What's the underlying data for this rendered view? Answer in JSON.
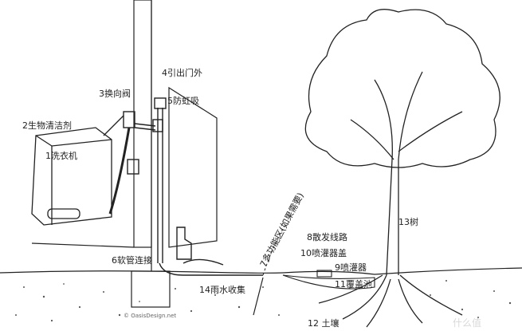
{
  "labels": {
    "washer": "1洗衣机",
    "detergent": "2生物清洁剂",
    "valve": "3换向阀",
    "outlet": "4引出门外",
    "siphon": "5防虹吸",
    "hose": "6软管连接",
    "surge": "7多功能区(如果需要)",
    "diverter": "8散发线路",
    "mulch": "9喷灌器",
    "cover": "10喷灌器盖",
    "basin": "11覆盖池",
    "soil": "12 土壤",
    "tree": "13树",
    "rain": "14雨水收集"
  },
  "credit": "© OasisDesign.net",
  "watermark": "什么值"
}
